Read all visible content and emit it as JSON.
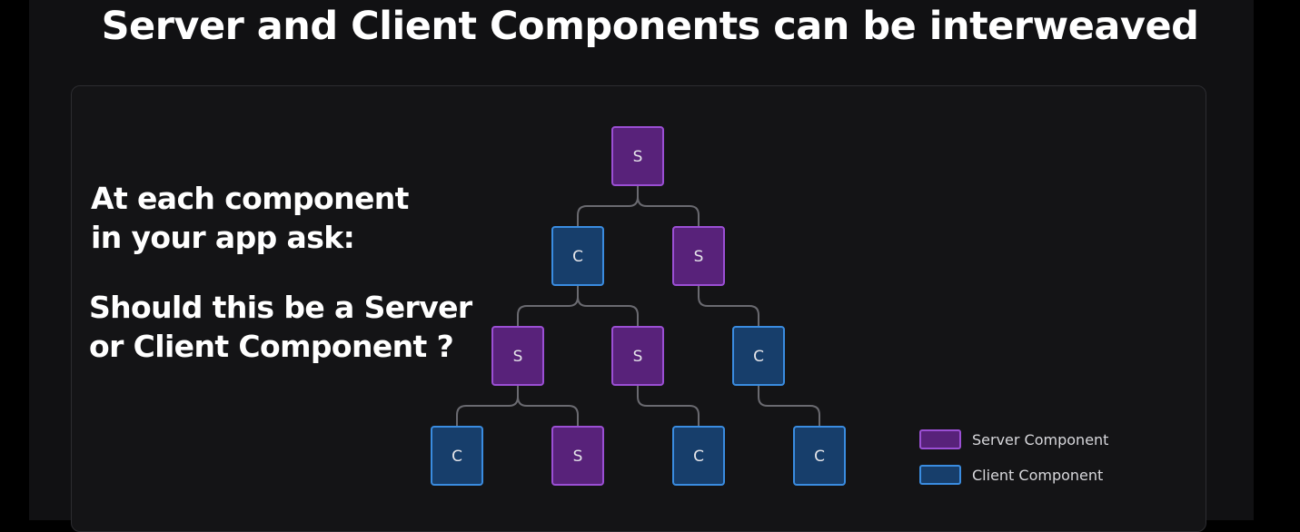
{
  "title": "Server and Client Components can be interweaved",
  "prompt": {
    "line1": "At each component",
    "line2": "in your app ask:",
    "line3": "Should this be a Server",
    "line4": "or Client Component ?"
  },
  "colors": {
    "server_fill": "#58227a",
    "server_stroke": "#9b4fd4",
    "client_fill": "#173e6b",
    "client_stroke": "#3a8ce0"
  },
  "tree": {
    "nodes": [
      {
        "id": "n1",
        "label": "S",
        "kind": "server"
      },
      {
        "id": "n2",
        "label": "C",
        "kind": "client"
      },
      {
        "id": "n3",
        "label": "S",
        "kind": "server"
      },
      {
        "id": "n4",
        "label": "S",
        "kind": "server"
      },
      {
        "id": "n5",
        "label": "S",
        "kind": "server"
      },
      {
        "id": "n6",
        "label": "C",
        "kind": "client"
      },
      {
        "id": "n7",
        "label": "C",
        "kind": "client"
      },
      {
        "id": "n8",
        "label": "S",
        "kind": "server"
      },
      {
        "id": "n9",
        "label": "C",
        "kind": "client"
      },
      {
        "id": "n10",
        "label": "C",
        "kind": "client"
      }
    ],
    "edges": [
      [
        "n1",
        "n2"
      ],
      [
        "n1",
        "n3"
      ],
      [
        "n2",
        "n4"
      ],
      [
        "n2",
        "n5"
      ],
      [
        "n3",
        "n6"
      ],
      [
        "n4",
        "n7"
      ],
      [
        "n4",
        "n8"
      ],
      [
        "n5",
        "n9"
      ],
      [
        "n6",
        "n10"
      ]
    ]
  },
  "legend": {
    "server": "Server Component",
    "client": "Client Component"
  }
}
